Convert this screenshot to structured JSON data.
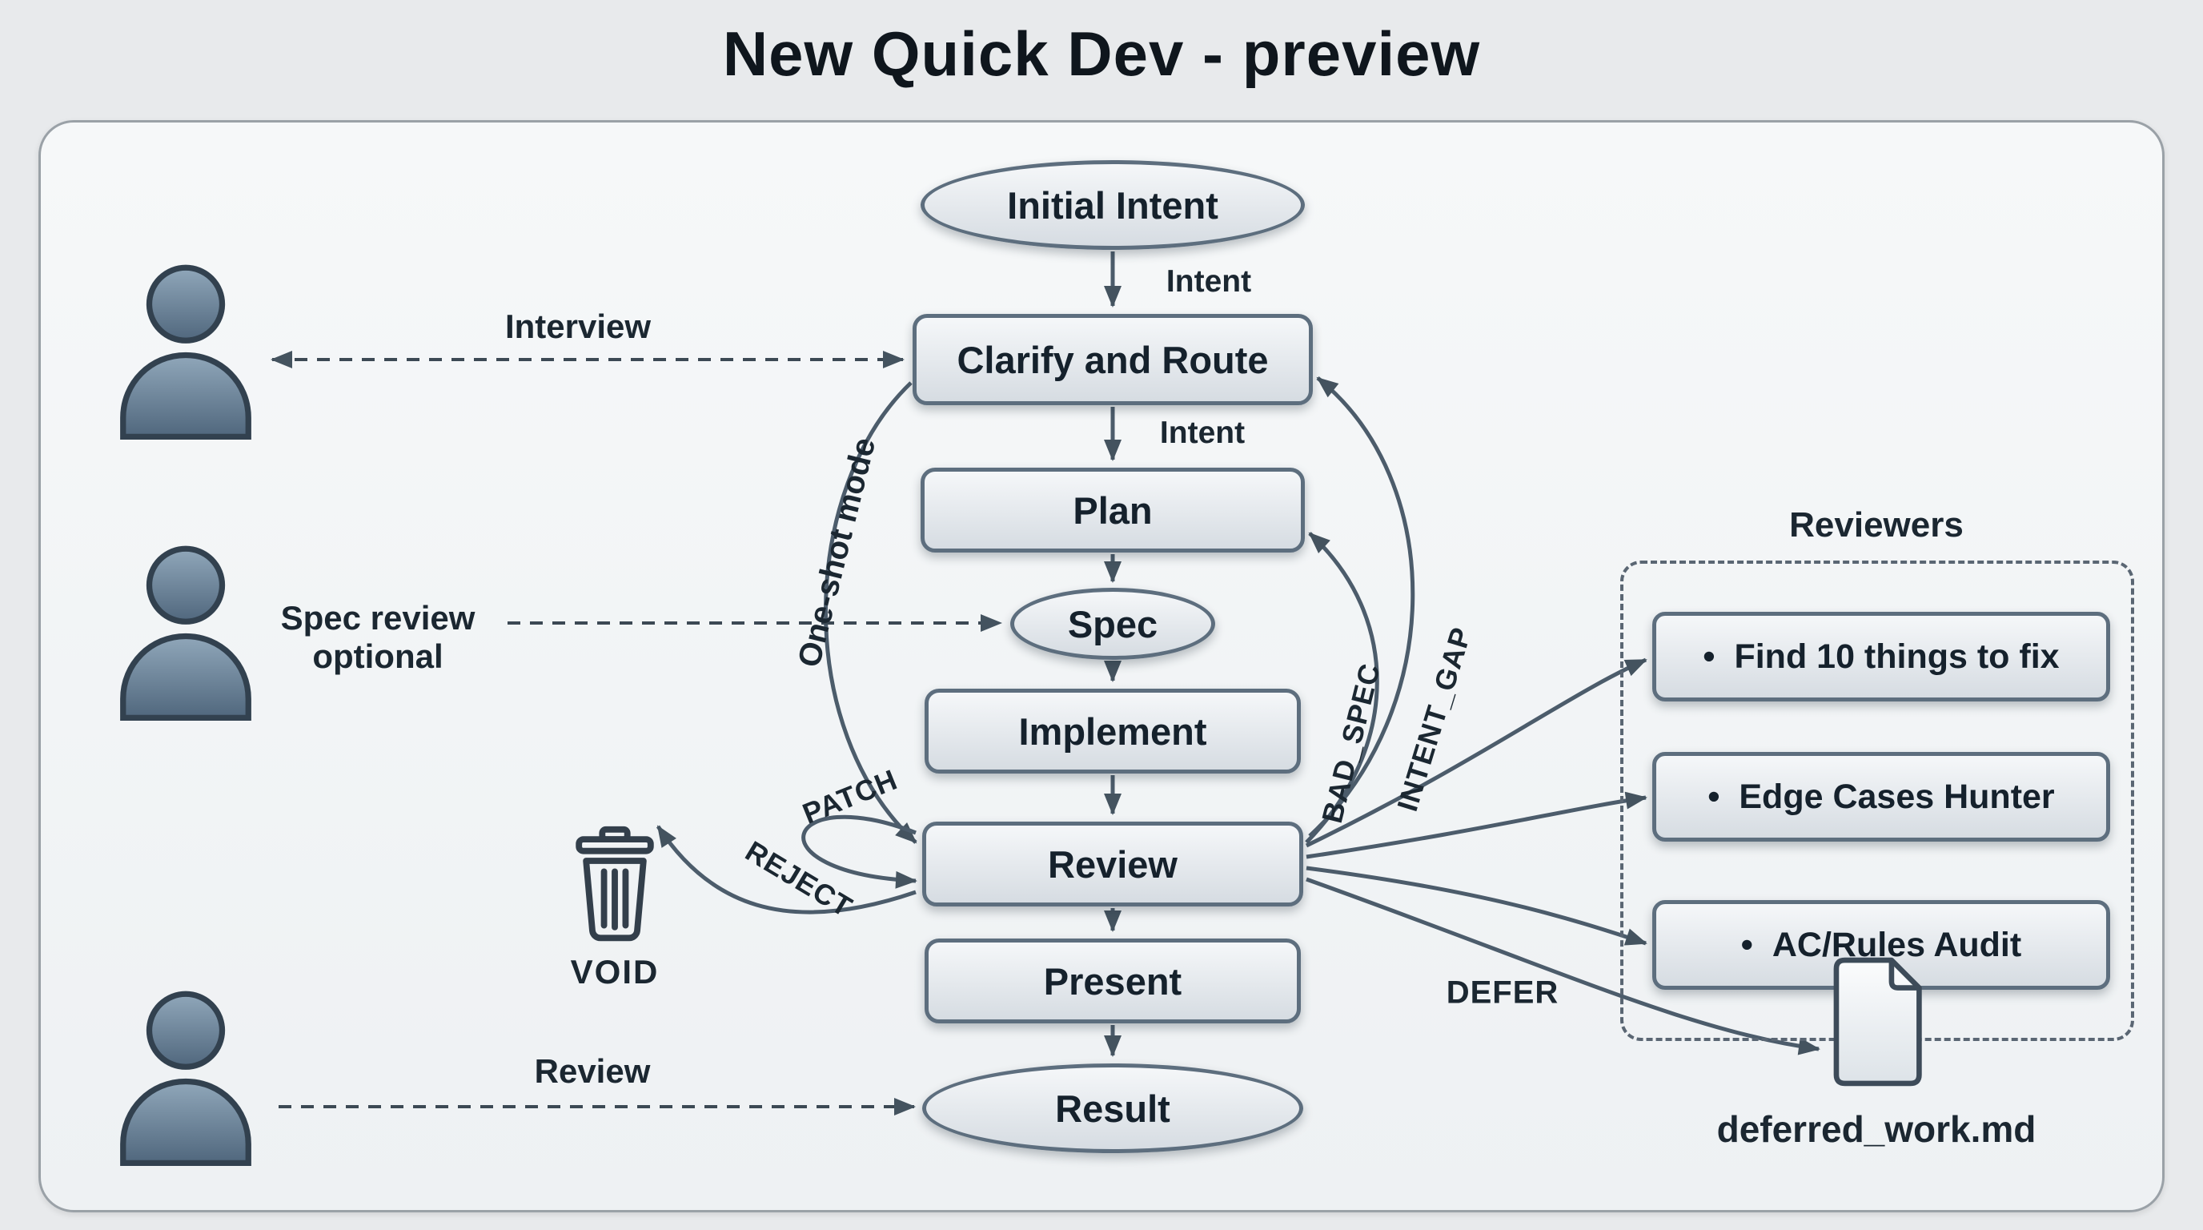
{
  "title": "New Quick Dev - preview",
  "flow": {
    "initial_intent": "Initial Intent",
    "clarify_and_route": "Clarify and Route",
    "plan": "Plan",
    "spec": "Spec",
    "implement": "Implement",
    "review": "Review",
    "present": "Present",
    "result": "Result"
  },
  "edges": {
    "intent_top": "Intent",
    "intent_mid": "Intent",
    "interview": "Interview",
    "spec_review_line1": "Spec review",
    "spec_review_line2": "optional",
    "user_review": "Review",
    "one_shot_mode": "One-shot mode",
    "patch": "PATCH",
    "reject": "REJECT",
    "bad_spec": "BAD_SPEC",
    "intent_gap": "INTENT_GAP",
    "defer": "DEFER"
  },
  "void": {
    "label": "VOID"
  },
  "reviewers": {
    "title": "Reviewers",
    "bullet": "•",
    "items": [
      "Find 10 things to fix",
      "Edge Cases Hunter",
      "AC/Rules Audit"
    ]
  },
  "deferred_doc": {
    "label": "deferred_work.md"
  },
  "colors": {
    "node_border": "#5d6e7e",
    "arrow": "#4c5c6b",
    "person_fill_top": "#90a7ba",
    "person_fill_bottom": "#50677d",
    "panel_bg": "#f4f6f7"
  }
}
